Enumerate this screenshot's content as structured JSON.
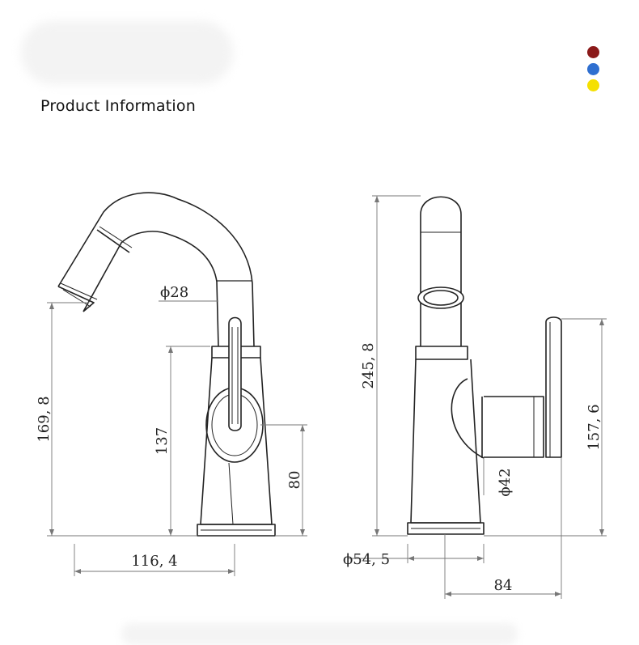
{
  "header": {
    "title": "Product Information"
  },
  "colors": {
    "swatches": [
      "#8b1a1a",
      "#2f6fd0",
      "#f5e000"
    ]
  },
  "dimensions": {
    "spout_diameter": "ϕ28",
    "spout_height": "169, 8",
    "lever_height": "137",
    "body_height": "80",
    "spout_reach": "116, 4",
    "total_height": "245, 8",
    "handle_height": "157, 6",
    "handle_diameter": "ϕ42",
    "base_diameter": "ϕ54, 5",
    "depth": "84"
  }
}
